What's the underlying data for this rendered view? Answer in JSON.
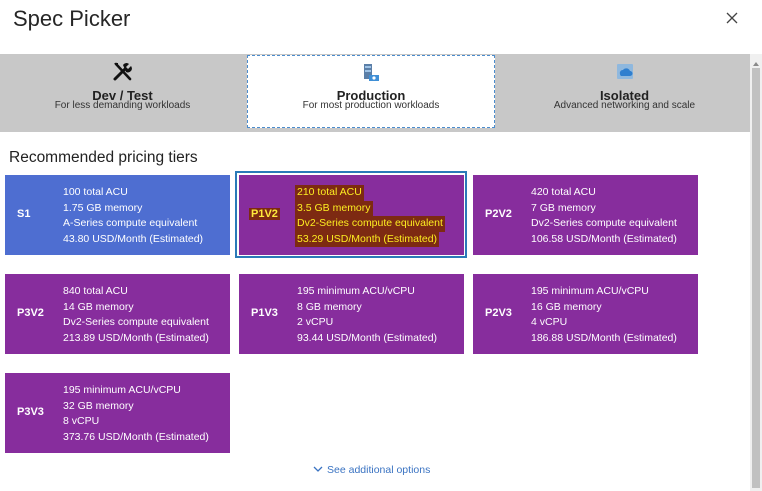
{
  "dialog": {
    "title": "Spec Picker"
  },
  "tabs": [
    {
      "id": "devtest",
      "title": "Dev / Test",
      "subtitle": "For less demanding workloads",
      "icon": "tools-icon"
    },
    {
      "id": "production",
      "title": "Production",
      "subtitle": "For most production workloads",
      "icon": "production-icon",
      "selected": true
    },
    {
      "id": "isolated",
      "title": "Isolated",
      "subtitle": "Advanced networking and scale",
      "icon": "isolated-cloud-icon"
    }
  ],
  "section_title": "Recommended pricing tiers",
  "tiers": [
    {
      "code": "S1",
      "color": "#4e6ed1",
      "lines": [
        "100 total ACU",
        "1.75 GB memory",
        "A-Series compute equivalent",
        "43.80 USD/Month (Estimated)"
      ]
    },
    {
      "code": "P1V2",
      "color": "#872d9d",
      "selected": true,
      "lines": [
        "210 total ACU",
        "3.5 GB memory",
        "Dv2-Series compute equivalent",
        "53.29 USD/Month (Estimated)"
      ]
    },
    {
      "code": "P2V2",
      "color": "#872d9d",
      "lines": [
        "420 total ACU",
        "7 GB memory",
        "Dv2-Series compute equivalent",
        "106.58 USD/Month (Estimated)"
      ]
    },
    {
      "code": "P3V2",
      "color": "#872d9d",
      "lines": [
        "840 total ACU",
        "14 GB memory",
        "Dv2-Series compute equivalent",
        "213.89 USD/Month (Estimated)"
      ]
    },
    {
      "code": "P1V3",
      "color": "#872d9d",
      "lines": [
        "195 minimum ACU/vCPU",
        "8 GB memory",
        "2 vCPU",
        "93.44 USD/Month (Estimated)"
      ]
    },
    {
      "code": "P2V3",
      "color": "#872d9d",
      "lines": [
        "195 minimum ACU/vCPU",
        "16 GB memory",
        "4 vCPU",
        "186.88 USD/Month (Estimated)"
      ]
    },
    {
      "code": "P3V3",
      "color": "#872d9d",
      "lines": [
        "195 minimum ACU/vCPU",
        "32 GB memory",
        "8 vCPU",
        "373.76 USD/Month (Estimated)"
      ]
    }
  ],
  "more_options": "See additional options",
  "colors": {
    "highlight_bg": "#7d2a12",
    "highlight_text": "#fdee21",
    "selection_border": "#2a7ab8",
    "link": "#3a73c2"
  }
}
